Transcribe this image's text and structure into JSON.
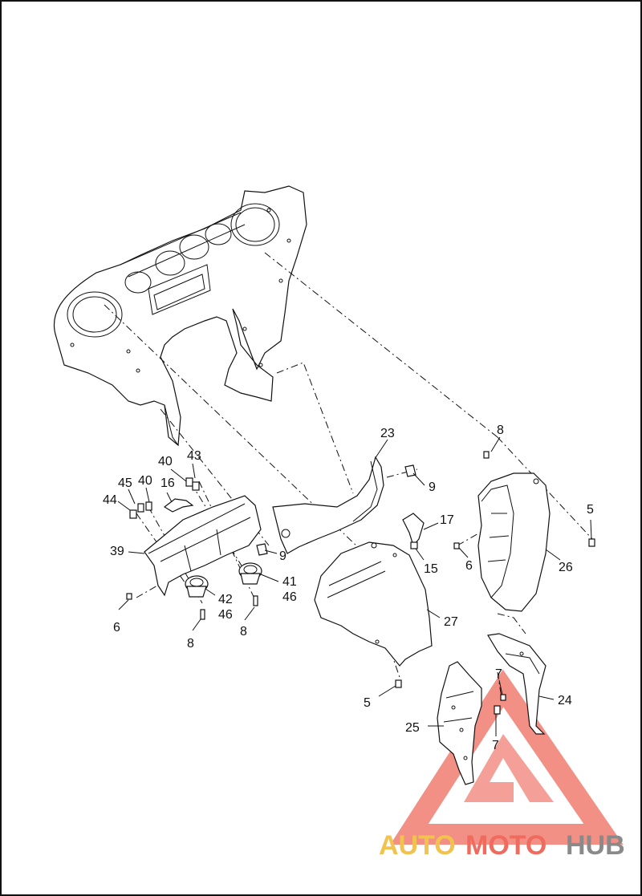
{
  "callouts": [
    {
      "id": "c23",
      "text": "23"
    },
    {
      "id": "c8a",
      "text": "8"
    },
    {
      "id": "c9a",
      "text": "9"
    },
    {
      "id": "c40a",
      "text": "40"
    },
    {
      "id": "c43",
      "text": "43"
    },
    {
      "id": "c45",
      "text": "45"
    },
    {
      "id": "c40b",
      "text": "40"
    },
    {
      "id": "c16",
      "text": "16"
    },
    {
      "id": "c44",
      "text": "44"
    },
    {
      "id": "c17",
      "text": "17"
    },
    {
      "id": "c5a",
      "text": "5"
    },
    {
      "id": "c39",
      "text": "39"
    },
    {
      "id": "c9b",
      "text": "9"
    },
    {
      "id": "c15",
      "text": "15"
    },
    {
      "id": "c6a",
      "text": "6"
    },
    {
      "id": "c26",
      "text": "26"
    },
    {
      "id": "c41",
      "text": "41"
    },
    {
      "id": "c46a",
      "text": "46"
    },
    {
      "id": "c42",
      "text": "42"
    },
    {
      "id": "c46b",
      "text": "46"
    },
    {
      "id": "c6b",
      "text": "6"
    },
    {
      "id": "c8b",
      "text": "8"
    },
    {
      "id": "c8c",
      "text": "8"
    },
    {
      "id": "c27",
      "text": "27"
    },
    {
      "id": "c7a",
      "text": "7"
    },
    {
      "id": "c24",
      "text": "24"
    },
    {
      "id": "c5b",
      "text": "5"
    },
    {
      "id": "c25",
      "text": "25"
    },
    {
      "id": "c7b",
      "text": "7"
    }
  ],
  "watermark": {
    "part1": "AUTO",
    "part2": "MOTO",
    "part3": "HUB",
    "color1": "#f2c24f",
    "color2": "#ef6b5e",
    "color3": "#8a8a8a",
    "triangle_color": "#ef6b5e"
  }
}
